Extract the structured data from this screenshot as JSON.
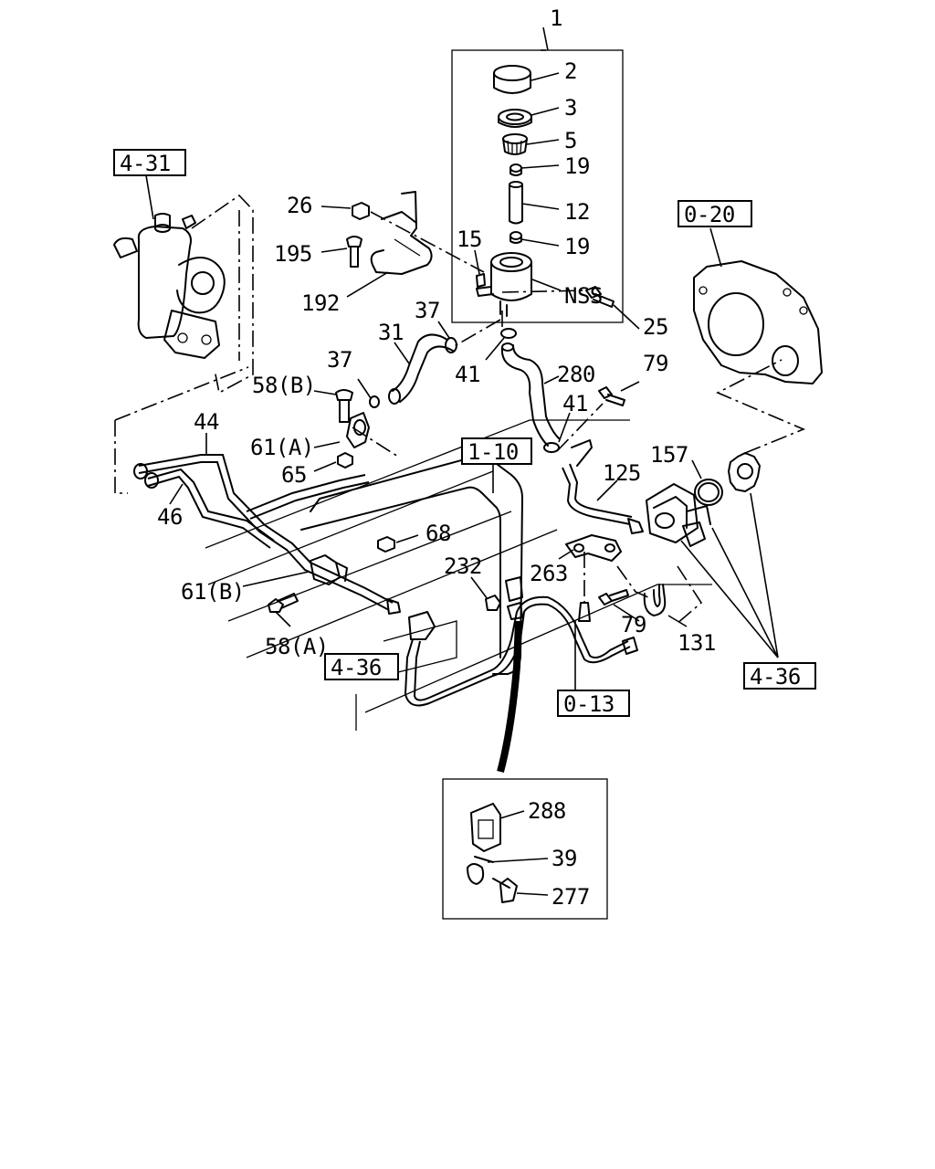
{
  "diagram": {
    "callouts": {
      "c1": "1",
      "c2": "2",
      "c3": "3",
      "c5": "5",
      "c19a": "19",
      "c12": "12",
      "c19b": "19",
      "c15": "15",
      "cNSS": "NSS",
      "c26": "26",
      "c195": "195",
      "c192": "192",
      "c37a": "37",
      "c31": "31",
      "c25": "25",
      "c37b": "37",
      "c41a": "41",
      "c280": "280",
      "c79a": "79",
      "c58b": "58(B)",
      "c44": "44",
      "c61a": "61(A)",
      "c41b": "41",
      "c65": "65",
      "c46": "46",
      "c68": "68",
      "c157": "157",
      "c125": "125",
      "c232": "232",
      "c263": "263",
      "c61b": "61(B)",
      "c79b": "79",
      "c58a": "58(A)",
      "c131": "131",
      "c288": "288",
      "c39": "39",
      "c277": "277"
    },
    "refs": {
      "r431": "4-31",
      "r020": "0-20",
      "r110": "1-10",
      "r436a": "4-36",
      "r013": "0-13",
      "r436b": "4-36"
    }
  }
}
